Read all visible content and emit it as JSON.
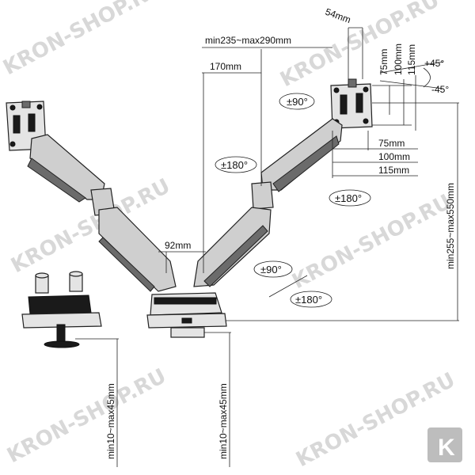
{
  "dimensions": {
    "d54": "54mm",
    "min_max_235_290": "min235~max290mm",
    "d170": "170mm",
    "d75v": "75mm",
    "d100v": "100mm",
    "d115v": "115mm",
    "tilt_up": "+45°",
    "tilt_down": "-45°",
    "d75h": "75mm",
    "d100h": "100mm",
    "d115h": "115mm",
    "height_range": "min255~max550mm",
    "d92": "92mm",
    "clamp_left": "min10~max45mm",
    "clamp_right": "min10~max45mm"
  },
  "rotations": {
    "pivot_90_top": "±90°",
    "pivot_180_left": "±180°",
    "pivot_180_right": "±180°",
    "pivot_90_base": "±90°",
    "pivot_180_base": "±180°"
  },
  "watermark": {
    "text": "KRON-SHOP.RU",
    "logo_letter": "K"
  }
}
